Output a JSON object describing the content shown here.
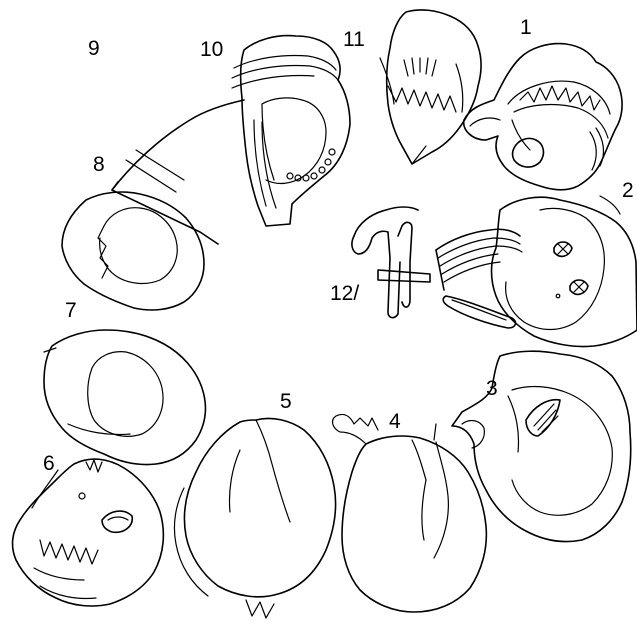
{
  "labels": {
    "l1": "1",
    "l2": "2",
    "l3": "3",
    "l4": "4",
    "l5": "5",
    "l6": "6",
    "l7": "7",
    "l8": "8",
    "l9": "9",
    "l10": "10",
    "l11": "11",
    "l12": "12/"
  },
  "colors": {
    "stroke": "#000000",
    "background": "#ffffff"
  }
}
